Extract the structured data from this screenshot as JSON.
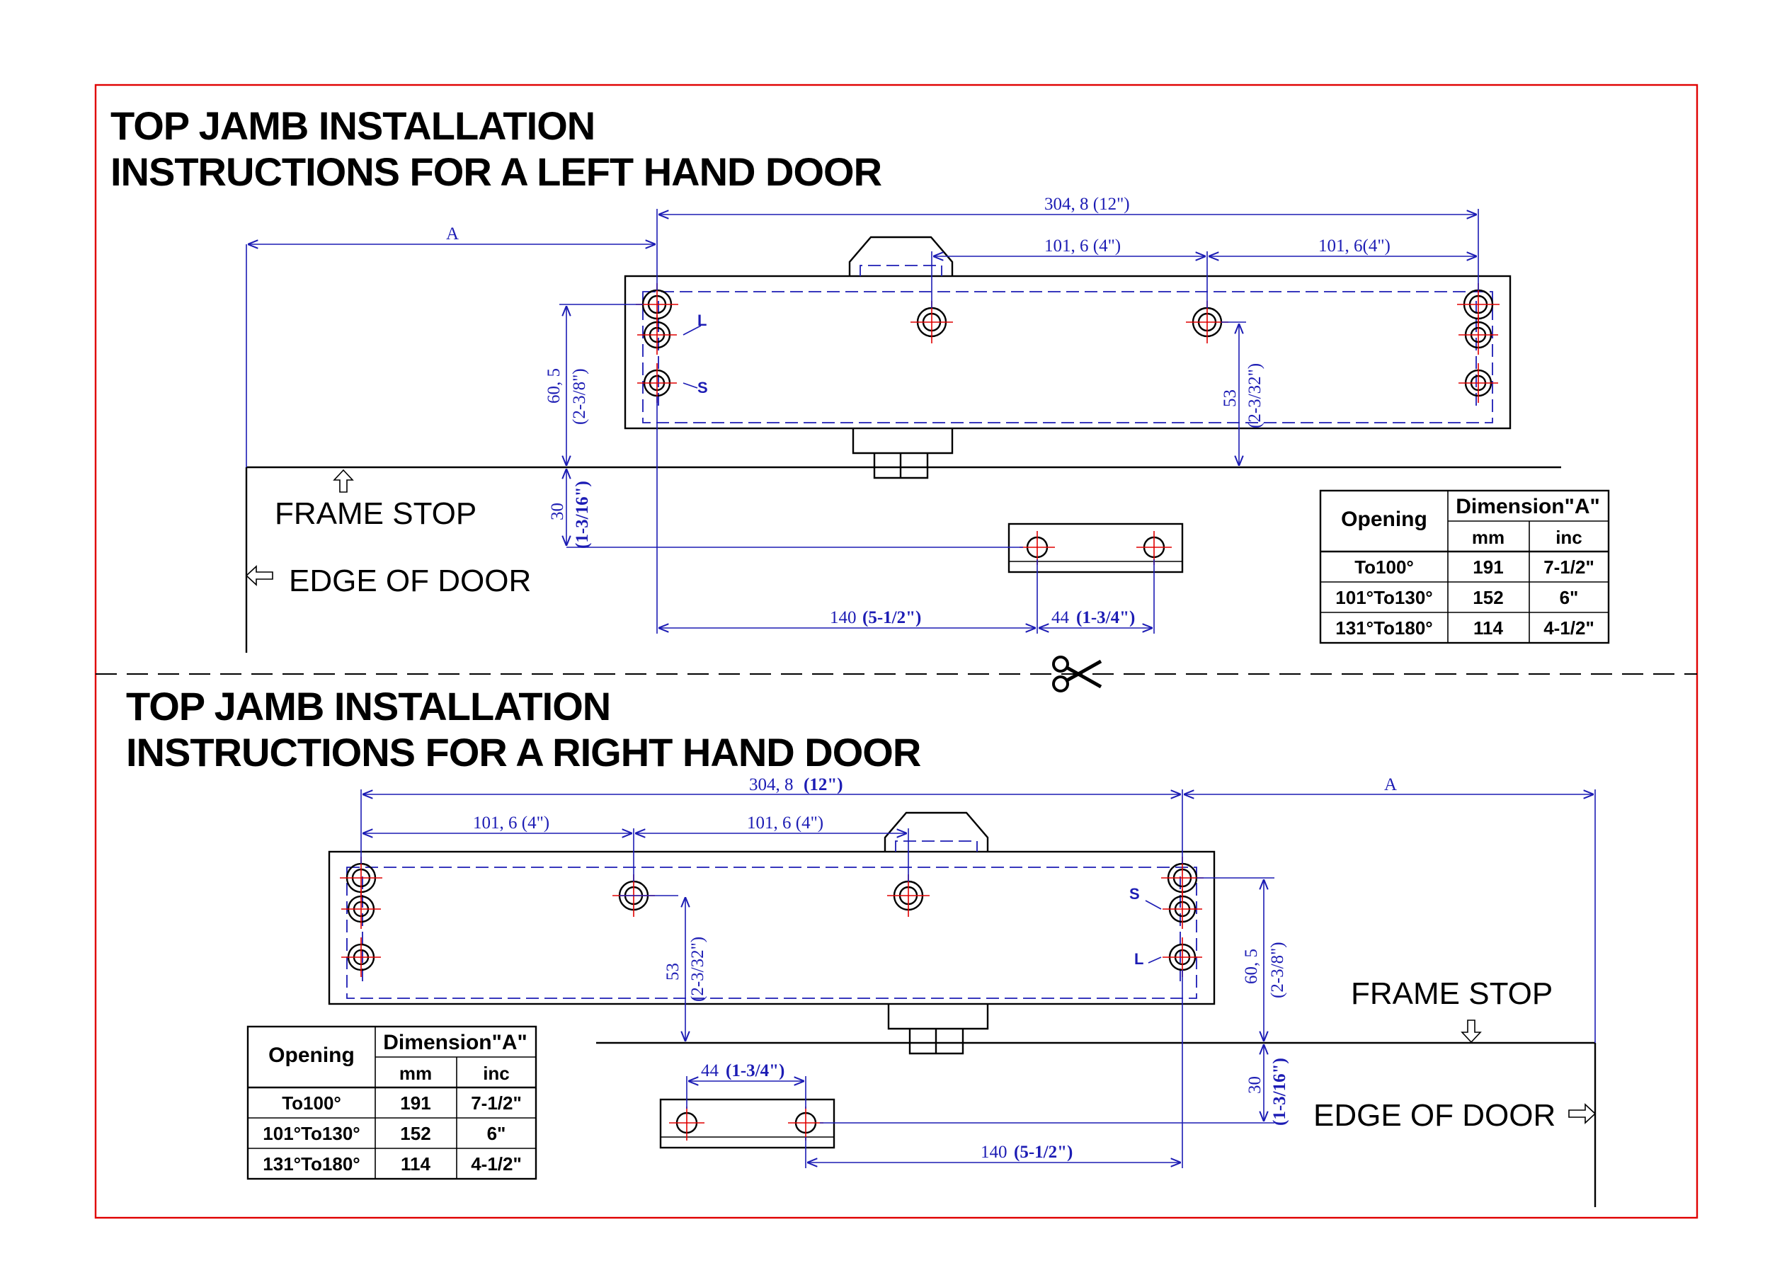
{
  "colors": {
    "border": "#e00000",
    "dimension": "#1c1cb4",
    "line": "#000000",
    "centerline": "#e00000"
  },
  "icons": {
    "arrow": "arrow-icon",
    "scissors": "scissors-icon"
  },
  "left": {
    "title_line1": "TOP JAMB  INSTALLATION",
    "title_line2": "INSTRUCTIONS FOR A LEFT  HAND DOOR",
    "frame_stop": "FRAME STOP",
    "edge_of_door": "EDGE OF DOOR",
    "dim_total": "304, 8 (12\")",
    "dim_a": "A",
    "dim_hole1": "101, 6 (4\")",
    "dim_hole2": "101, 6(4\")",
    "dim_60_5": "60, 5",
    "dim_60_5_in": "(2-3/8\")",
    "dim_53": "53",
    "dim_53_in": "(2-3/32\")",
    "dim_30": "30",
    "dim_30_in": "(1-3/16\")",
    "dim_140": "140",
    "dim_140_in": "(5-1/2\")",
    "dim_44": "44",
    "dim_44_in": "(1-3/4\")",
    "mark_l": "L",
    "mark_s": "S"
  },
  "right": {
    "title_line1": "TOP JAMB  INSTALLATION",
    "title_line2": "INSTRUCTIONS FOR A RIGHT  HAND DOOR",
    "frame_stop": "FRAME STOP",
    "edge_of_door": "EDGE OF DOOR",
    "dim_total": "304, 8",
    "dim_total_in": "(12\")",
    "dim_a": "A",
    "dim_hole1": "101, 6  (4\")",
    "dim_hole2": "101, 6 (4\")",
    "dim_60_5": "60, 5",
    "dim_60_5_in": "(2-3/8\")",
    "dim_53": "53",
    "dim_53_in": "(2-3/32\")",
    "dim_30": "30",
    "dim_30_in": "(1-3/16\")",
    "dim_140": "140",
    "dim_140_in": "(5-1/2\")",
    "dim_44": "44",
    "dim_44_in": "(1-3/4\")",
    "mark_l": "L",
    "mark_s": "S"
  },
  "table": {
    "header_opening": "Opening",
    "header_dimension": "Dimension\"A\"",
    "header_mm": "mm",
    "header_inc": "inc",
    "rows": [
      {
        "opening": "To100°",
        "mm": "191",
        "inc": "7-1/2\""
      },
      {
        "opening": "101°To130°",
        "mm": "152",
        "inc": "6\""
      },
      {
        "opening": "131°To180°",
        "mm": "114",
        "inc": "4-1/2\""
      }
    ]
  }
}
